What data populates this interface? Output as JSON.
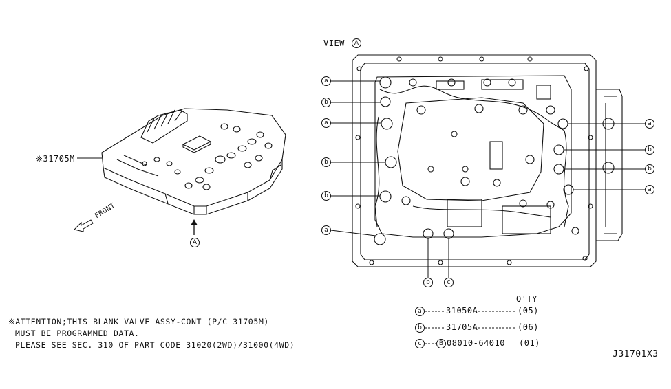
{
  "left": {
    "part_label": "※31705M",
    "front_label": "FRONT",
    "view_marker": "A"
  },
  "view": {
    "title": "VIEW",
    "marker": "A"
  },
  "callouts_left": [
    "a",
    "b",
    "a",
    "b",
    "b",
    "a"
  ],
  "callouts_right": [
    "a",
    "b",
    "b",
    "a"
  ],
  "callouts_bottom": [
    "b",
    "c"
  ],
  "legend": {
    "qty_header": "Q'TY",
    "rows": [
      {
        "key": "a",
        "part": "31050A",
        "qty": "(05)"
      },
      {
        "key": "b",
        "part": "31705A",
        "qty": "(06)"
      },
      {
        "key": "c",
        "bolt_marker": "B",
        "part": "08010-64010",
        "qty": "(01)"
      }
    ]
  },
  "notes": {
    "line1": "※ATTENTION;THIS BLANK VALVE ASSY-CONT (P/C 31705M)",
    "line2": "MUST BE PROGRAMMED DATA.",
    "line3": "PLEASE SEE SEC. 310  OF PART CODE 31020(2WD)/31000(4WD)"
  },
  "diagram_code": "J31701X3"
}
